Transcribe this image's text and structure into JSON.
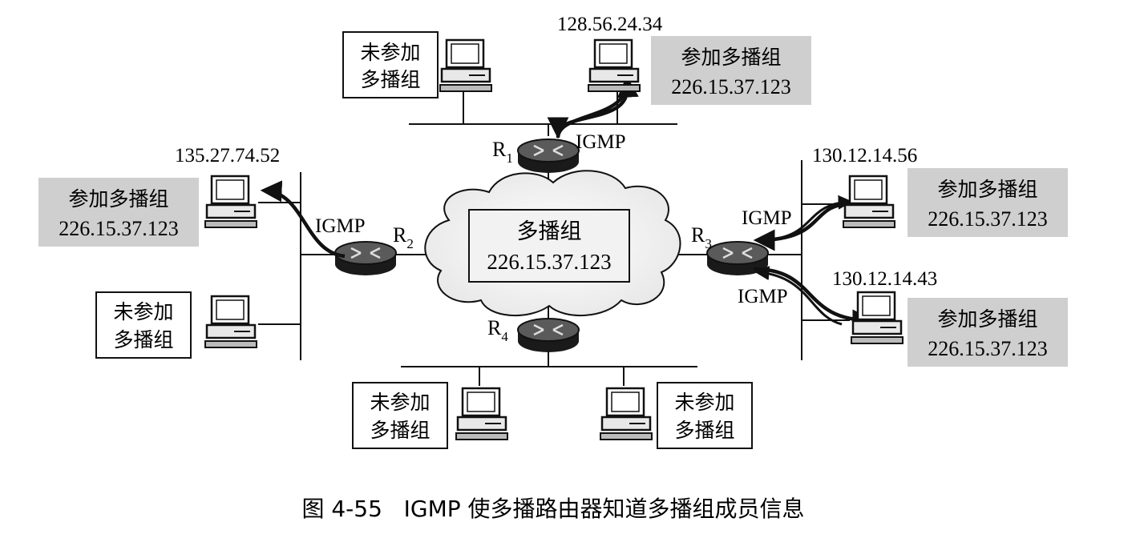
{
  "labels": {
    "not_joined_line1": "未参加",
    "not_joined_line2": "多播组",
    "joined_title": "参加多播组",
    "group_addr": "226.15.37.123",
    "igmp": "IGMP",
    "cloud_title": "多播组",
    "cloud_addr": "226.15.37.123"
  },
  "routers": [
    {
      "id": "R1",
      "letter": "R",
      "sub": "1"
    },
    {
      "id": "R2",
      "letter": "R",
      "sub": "2"
    },
    {
      "id": "R3",
      "letter": "R",
      "sub": "3"
    },
    {
      "id": "R4",
      "letter": "R",
      "sub": "4"
    }
  ],
  "hosts": {
    "top_member": "128.56.24.34",
    "left_member": "135.27.74.52",
    "right_member_1": "130.12.14.56",
    "right_member_2": "130.12.14.43"
  },
  "caption": "图 4-55   IGMP 使多播路由器知道多播组成员信息",
  "colors": {
    "member_box": "#cfcfcf",
    "line": "#111111",
    "router_body": "#2a2a2a",
    "cloud": "#f0f0f0"
  }
}
